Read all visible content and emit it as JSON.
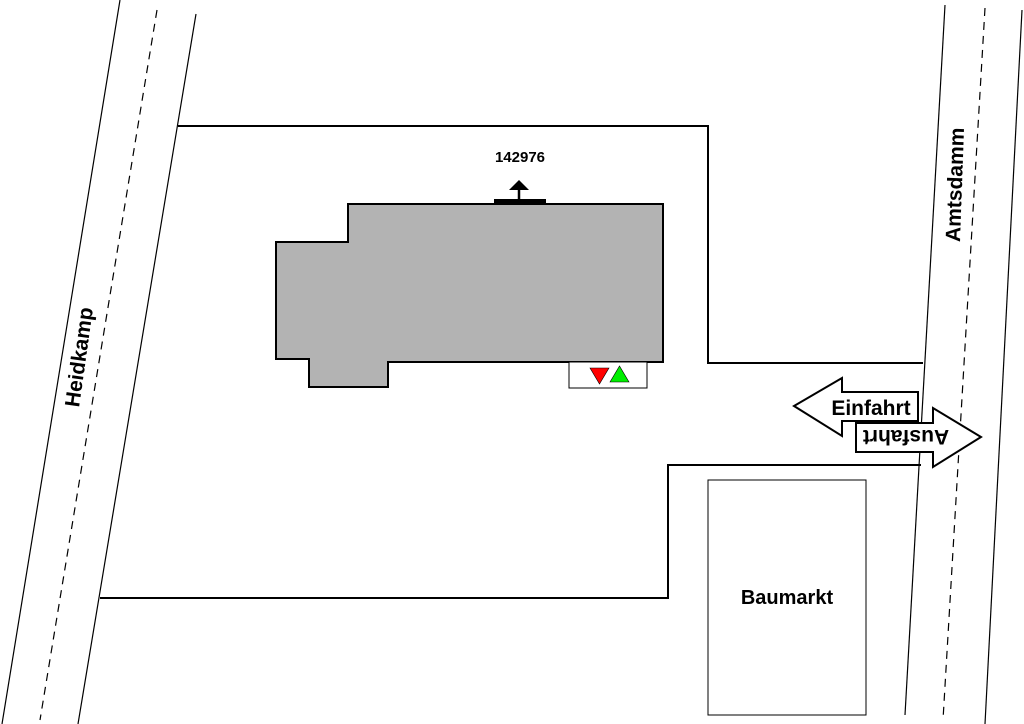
{
  "streets": {
    "left": "Heidkamp",
    "right": "Amtsdamm"
  },
  "building": {
    "id_label": "142976",
    "fill_color": "#b3b3b3"
  },
  "neighbor": {
    "label": "Baumarkt"
  },
  "arrows": {
    "entry": "Einfahrt",
    "exit": "Ausfahrt"
  },
  "markers": {
    "down_color": "#ff0000",
    "up_color": "#00ee00"
  }
}
